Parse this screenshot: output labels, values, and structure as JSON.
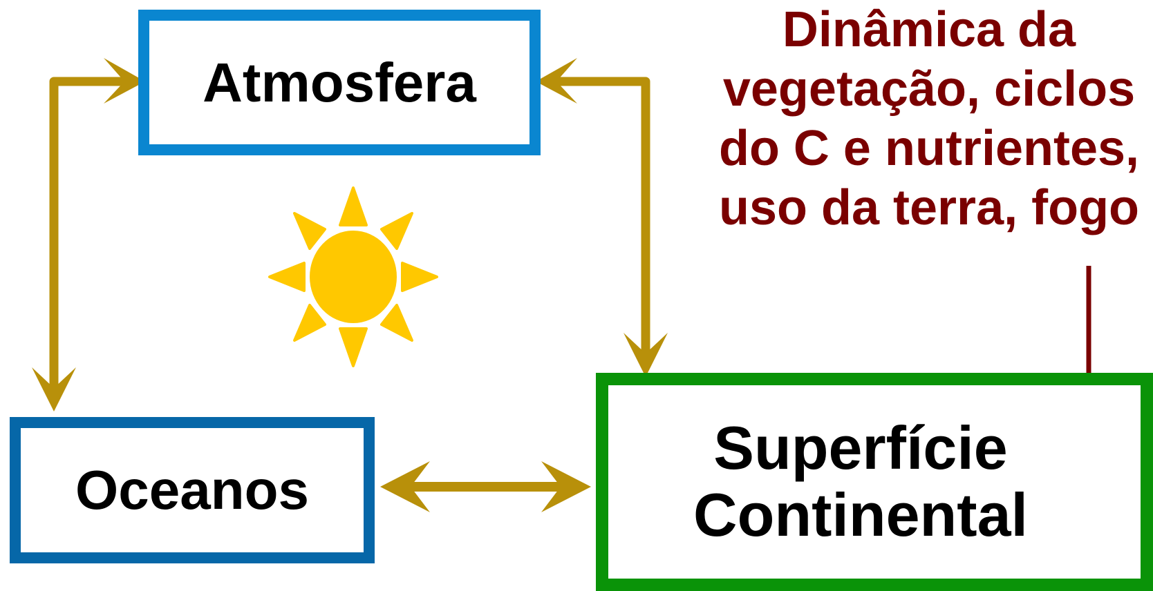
{
  "nodes": {
    "atmosfera": "Atmosfera",
    "oceanos": "Oceanos",
    "superficie_line1": "Superfície",
    "superficie_line2": "Continental"
  },
  "annotation": {
    "lines": [
      "Dinâmica da",
      "vegetação, ciclos",
      "do C e nutrientes,",
      "uso da terra, fogo"
    ]
  },
  "colors": {
    "atmosfera_border": "#0a86d0",
    "oceanos_border": "#0667a8",
    "superficie_border": "#0a9308",
    "arrows": "#b8900a",
    "annotation": "#7a0000",
    "sun": "#ffc800"
  },
  "icons": [
    "sun-icon"
  ]
}
